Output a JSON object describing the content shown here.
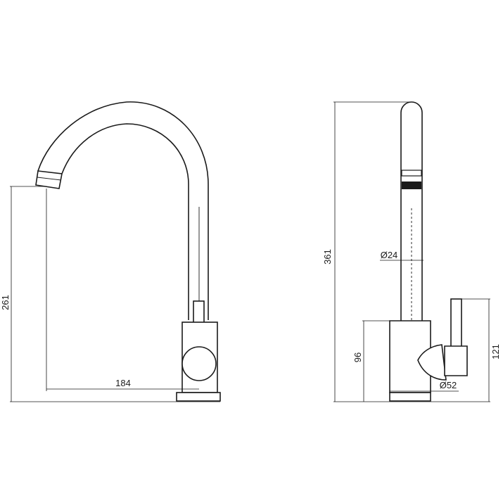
{
  "front_view": {
    "height_dimension": "261",
    "reach_dimension": "184"
  },
  "side_view": {
    "total_height_dimension": "361",
    "spout_diameter_dimension": "Ø24",
    "body_diameter_dimension": "Ø52",
    "body_height_dimension": "96",
    "lever_height_dimension": "121"
  }
}
